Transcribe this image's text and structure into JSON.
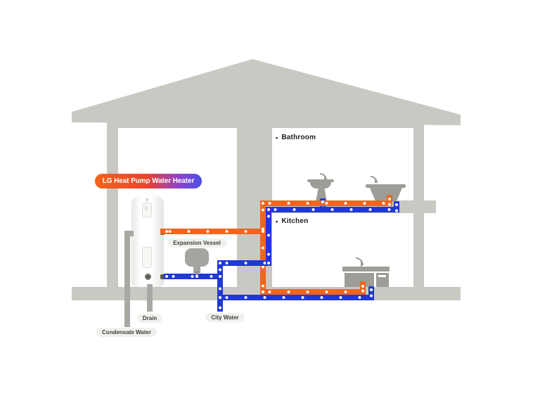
{
  "badge": {
    "label": "LG Heat Pump Water Heater"
  },
  "rooms": {
    "bathroom": {
      "bullet": "•",
      "label": "Bathroom"
    },
    "kitchen": {
      "bullet": "•",
      "label": "Kitchen"
    }
  },
  "labels": {
    "expansion_vessel": "Expansion Vessel",
    "drain": "Drain",
    "condensate_water": "Condensate Water",
    "city_water": "City Water"
  },
  "colors": {
    "hot_water_pipe": "#F2651E",
    "cold_water_pipe": "#2038D5",
    "house": "#C9C8C2",
    "fixtures": "#9D9C96",
    "utility_pipe": "#A9A8A3",
    "label_pill_bg": "#F0F0ED",
    "badge_gradient": [
      "#F4651C 0%",
      "#EF4129 48%",
      "#8F42CC 78%",
      "#4A4FE6 100%"
    ]
  }
}
